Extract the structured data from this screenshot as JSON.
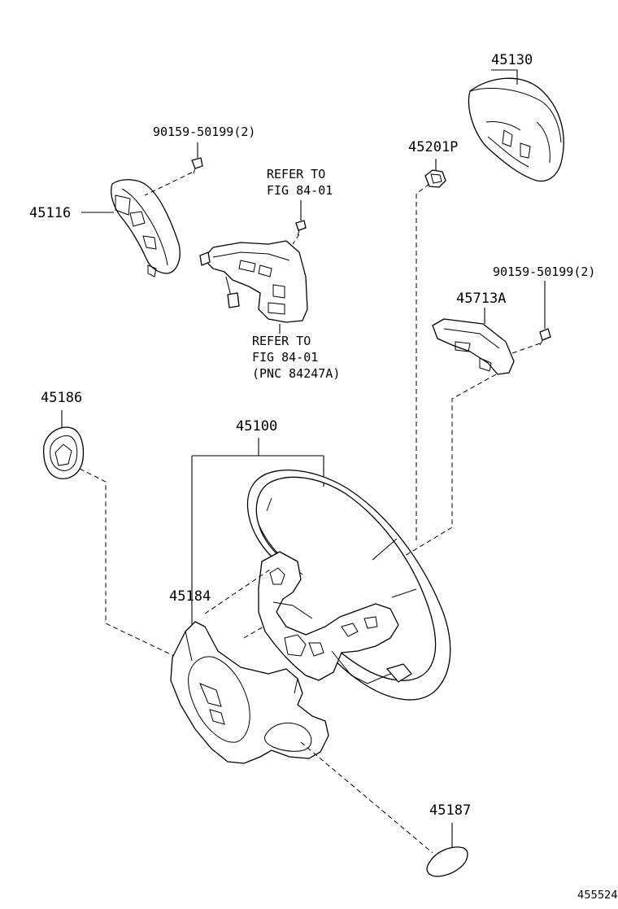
{
  "labels": {
    "p45130": "45130",
    "p90159_top": "90159-50199(2)",
    "p45201p": "45201P",
    "p45116": "45116",
    "refer1_line1": "REFER TO",
    "refer1_line2": "FIG 84-01",
    "refer2_line1": "REFER TO",
    "refer2_line2": "FIG 84-01",
    "refer2_line3": "(PNC 84247A)",
    "p90159_right": "90159-50199(2)",
    "p45713a": "45713A",
    "p45186": "45186",
    "p45100": "45100",
    "p45184": "45184",
    "p45187": "45187",
    "figure_id": "455524"
  }
}
